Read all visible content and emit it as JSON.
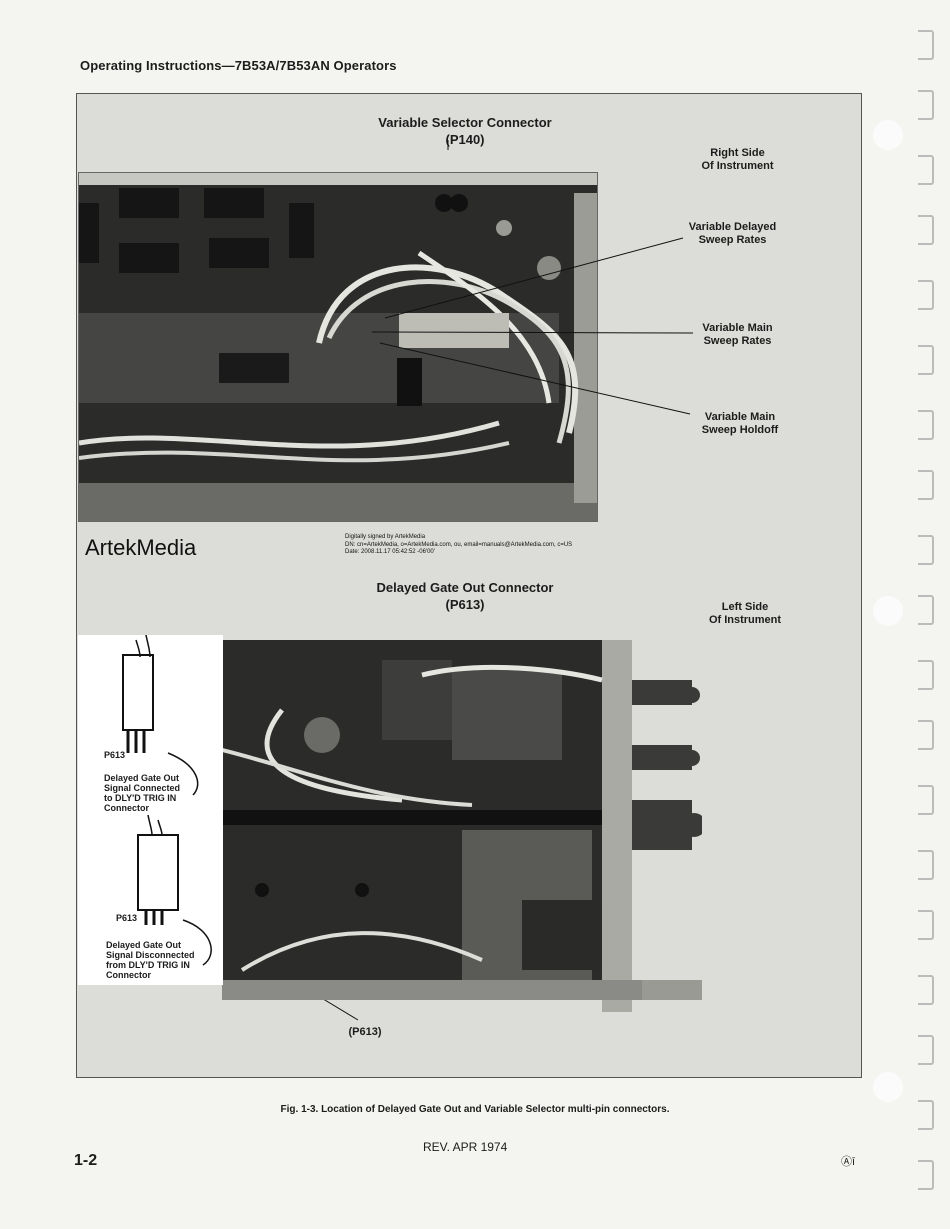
{
  "header": {
    "title": "Operating Instructions—7B53A/7B53AN Operators"
  },
  "top_figure": {
    "title_line1": "Variable Selector Connector",
    "title_line2": "(P140)",
    "side_line1": "Right Side",
    "side_line2": "Of Instrument",
    "callouts": [
      {
        "line1": "Variable Delayed",
        "line2": "Sweep Rates"
      },
      {
        "line1": "Variable Main",
        "line2": "Sweep Rates"
      },
      {
        "line1": "Variable Main",
        "line2": "Sweep Holdoff"
      }
    ]
  },
  "watermark": {
    "brand": "ArtekMedia",
    "sig_line1": "Digitally signed by ArtekMedia",
    "sig_line2": "DN: cn=ArtekMedia, o=ArtekMedia.com, ou, email=manuals@ArtekMedia.com, c=US",
    "sig_line3": "Date: 2008.11.17 05:42:52 -06'00'"
  },
  "bottom_figure": {
    "title_line1": "Delayed Gate Out Connector",
    "title_line2": "(P613)",
    "side_line1": "Left Side",
    "side_line2": "Of Instrument",
    "bottom_label": "(P613)",
    "inset": {
      "label_a": "P613",
      "desc_a": [
        "Delayed Gate Out",
        "Signal Connected",
        "to DLY'D TRIG IN",
        "Connector"
      ],
      "label_b": "P613",
      "desc_b": [
        "Delayed Gate Out",
        "Signal Disconnected",
        "from DLY'D TRIG IN",
        "Connector"
      ]
    }
  },
  "caption": "Fig. 1-3.  Location of Delayed Gate Out and Variable Selector multi-pin connectors.",
  "footer": {
    "page": "1-2",
    "revision": "REV. APR 1974",
    "mark": "Ⓐī"
  }
}
